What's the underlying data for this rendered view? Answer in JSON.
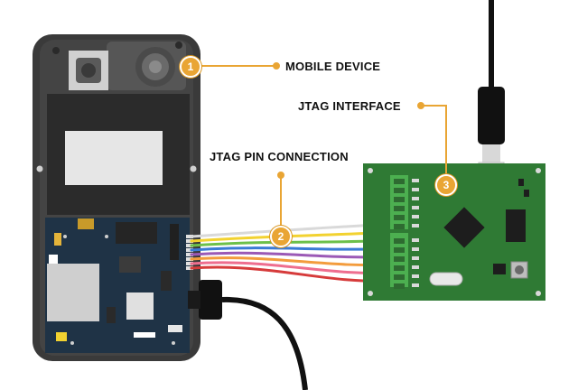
{
  "callouts": [
    {
      "number": "1",
      "label": "MOBILE DEVICE"
    },
    {
      "number": "2",
      "label": "JTAG PIN CONNECTION"
    },
    {
      "number": "3",
      "label": "JTAG INTERFACE"
    }
  ],
  "colors": {
    "accent": "#e9a534",
    "phone_body": "#3a3a3a",
    "screen_panel": "#2b2b2b",
    "logic_board": "#1f3346",
    "jtag_board": "#2f7a34",
    "terminal_block": "#4caf50",
    "cable": "#111111"
  },
  "wires": [
    {
      "name": "white",
      "color": "#d9d9d9"
    },
    {
      "name": "yellow",
      "color": "#f2d230"
    },
    {
      "name": "green",
      "color": "#6cc04a"
    },
    {
      "name": "blue",
      "color": "#3a7bd5"
    },
    {
      "name": "purple",
      "color": "#9b59b6"
    },
    {
      "name": "orange",
      "color": "#f39c3d"
    },
    {
      "name": "pink",
      "color": "#ee6e8f"
    },
    {
      "name": "red",
      "color": "#d63b3b"
    }
  ],
  "icons": {
    "device": "smartphone-teardown-icon",
    "interface": "jtag-box-icon",
    "cable": "usb-cable-icon"
  }
}
